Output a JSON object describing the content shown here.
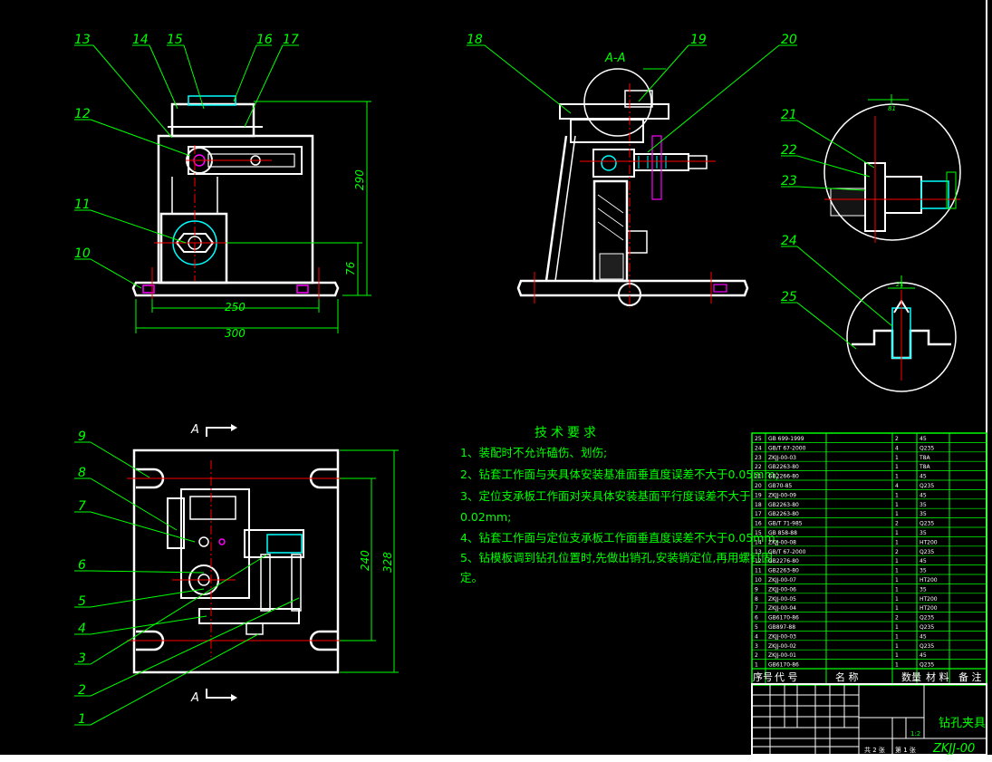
{
  "drawing": {
    "section_label": "A-A",
    "section_arrow_label": "A",
    "balloons_front": [
      "13",
      "14",
      "15",
      "16",
      "17",
      "12",
      "11",
      "10"
    ],
    "balloons_side": [
      "18",
      "19",
      "20"
    ],
    "balloons_detail": [
      "21",
      "22",
      "23",
      "24",
      "25"
    ],
    "balloons_plan": [
      "9",
      "8",
      "7",
      "6",
      "5",
      "4",
      "3",
      "2",
      "1"
    ],
    "dims": {
      "d250": "250",
      "d300": "300",
      "d290": "290",
      "d76": "76",
      "d240": "240",
      "d328": "328",
      "d81": "81",
      "d21": "21"
    }
  },
  "tech_notes": {
    "title": "技术要求",
    "items": [
      "1、装配时不允许磕伤、划伤;",
      "2、钻套工作面与夹具体安装基准面垂直度误差不大于0.05mm;",
      "3、定位支承板工作面对夹具体安装基面平行度误差不大于",
      "0.02mm;",
      "4、钻套工作面与定位支承板工作面垂直度误差不大于0.05mm;",
      "5、钻模板调到钻孔位置时,先做出销孔,安装销定位,再用螺钉固",
      "定。"
    ]
  },
  "bom": {
    "header": {
      "no": "序号",
      "code": "代 号",
      "name": "名 称",
      "qty": "数量",
      "material": "材 料",
      "note": "备 注"
    },
    "rows": [
      {
        "no": "25",
        "code": "GB 699-1999",
        "name": "",
        "qty": "2",
        "mat": "45",
        "note": ""
      },
      {
        "no": "24",
        "code": "GB/T 67-2000",
        "name": "",
        "qty": "4",
        "mat": "Q235",
        "note": ""
      },
      {
        "no": "23",
        "code": "ZKJJ-00-03",
        "name": "",
        "qty": "1",
        "mat": "T8A",
        "note": ""
      },
      {
        "no": "22",
        "code": "GB2263-80",
        "name": "",
        "qty": "1",
        "mat": "T8A",
        "note": ""
      },
      {
        "no": "21",
        "code": "GB2266-80",
        "name": "",
        "qty": "1",
        "mat": "45",
        "note": ""
      },
      {
        "no": "20",
        "code": "GB70-85",
        "name": "",
        "qty": "4",
        "mat": "Q235",
        "note": ""
      },
      {
        "no": "19",
        "code": "ZKJJ-00-09",
        "name": "",
        "qty": "1",
        "mat": "45",
        "note": ""
      },
      {
        "no": "18",
        "code": "GB2263-80",
        "name": "",
        "qty": "1",
        "mat": "35",
        "note": ""
      },
      {
        "no": "17",
        "code": "GB2263-80",
        "name": "",
        "qty": "1",
        "mat": "35",
        "note": ""
      },
      {
        "no": "16",
        "code": "GB/T 71-985",
        "name": "",
        "qty": "2",
        "mat": "Q235",
        "note": ""
      },
      {
        "no": "15",
        "code": "GB 858-88",
        "name": "",
        "qty": "1",
        "mat": "35",
        "note": ""
      },
      {
        "no": "14",
        "code": "ZKJJ-00-08",
        "name": "",
        "qty": "1",
        "mat": "HT200",
        "note": ""
      },
      {
        "no": "13",
        "code": "GB/T 67-2000",
        "name": "",
        "qty": "2",
        "mat": "Q235",
        "note": ""
      },
      {
        "no": "12",
        "code": "GB2276-80",
        "name": "",
        "qty": "1",
        "mat": "45",
        "note": ""
      },
      {
        "no": "11",
        "code": "GB2263-80",
        "name": "",
        "qty": "1",
        "mat": "35",
        "note": ""
      },
      {
        "no": "10",
        "code": "ZKJJ-00-07",
        "name": "",
        "qty": "1",
        "mat": "HT200",
        "note": ""
      },
      {
        "no": "9",
        "code": "ZKJJ-00-06",
        "name": "",
        "qty": "1",
        "mat": "35",
        "note": ""
      },
      {
        "no": "8",
        "code": "ZKJJ-00-05",
        "name": "",
        "qty": "1",
        "mat": "HT200",
        "note": ""
      },
      {
        "no": "7",
        "code": "ZKJJ-00-04",
        "name": "",
        "qty": "1",
        "mat": "HT200",
        "note": ""
      },
      {
        "no": "6",
        "code": "GB6170-86",
        "name": "",
        "qty": "2",
        "mat": "Q235",
        "note": ""
      },
      {
        "no": "5",
        "code": "GB897-88",
        "name": "",
        "qty": "1",
        "mat": "Q235",
        "note": ""
      },
      {
        "no": "4",
        "code": "ZKJJ-00-03",
        "name": "",
        "qty": "1",
        "mat": "45",
        "note": ""
      },
      {
        "no": "3",
        "code": "ZKJJ-00-02",
        "name": "",
        "qty": "1",
        "mat": "Q235",
        "note": ""
      },
      {
        "no": "2",
        "code": "ZKJJ-00-01",
        "name": "",
        "qty": "1",
        "mat": "45",
        "note": ""
      },
      {
        "no": "1",
        "code": "GB6170-86",
        "name": "",
        "qty": "1",
        "mat": "Q235",
        "note": ""
      }
    ]
  },
  "title_block": {
    "title": "钻孔夹具",
    "drawing_no": "ZKJJ-00",
    "scale": "1:2",
    "sheet": "第 1 张",
    "sheets": "共 2 张"
  },
  "colors": {
    "bg": "#000000",
    "outline": "#ffffff",
    "dim": "#00ff00",
    "center": "#ff0000",
    "part": "#00ffff",
    "accent": "#ff00ff",
    "text": "#ffffff"
  }
}
